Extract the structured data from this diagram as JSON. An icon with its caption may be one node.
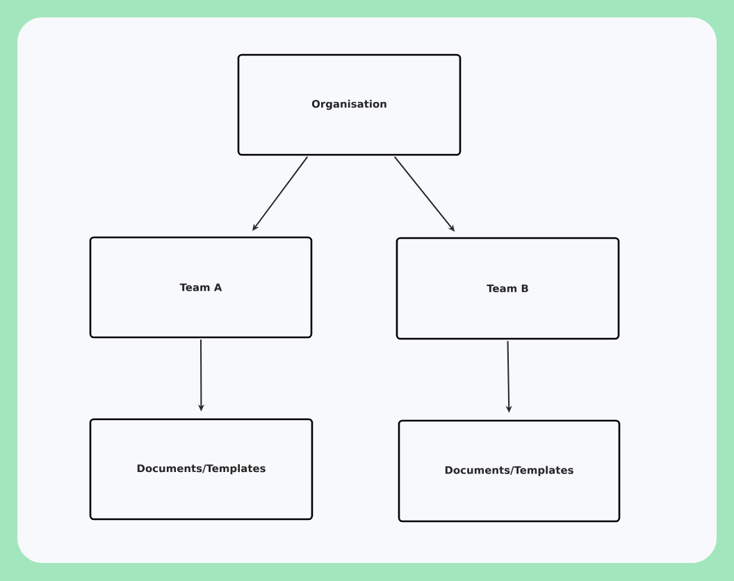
{
  "diagram": {
    "nodes": [
      {
        "text": [
          "Organisation"
        ]
      },
      {
        "text": [
          "Team A"
        ]
      },
      {
        "text": [
          "Team B"
        ]
      },
      {
        "text": [
          "Documents/Templates"
        ]
      },
      {
        "text": [
          "Documents/Templates"
        ]
      }
    ],
    "edges": [
      {
        "from": 0,
        "to": 1,
        "arrow": "to"
      },
      {
        "from": 0,
        "to": 2,
        "arrow": "to"
      },
      {
        "from": 1,
        "to": 3,
        "arrow": "to"
      },
      {
        "from": 2,
        "to": 4,
        "arrow": "to"
      }
    ]
  }
}
